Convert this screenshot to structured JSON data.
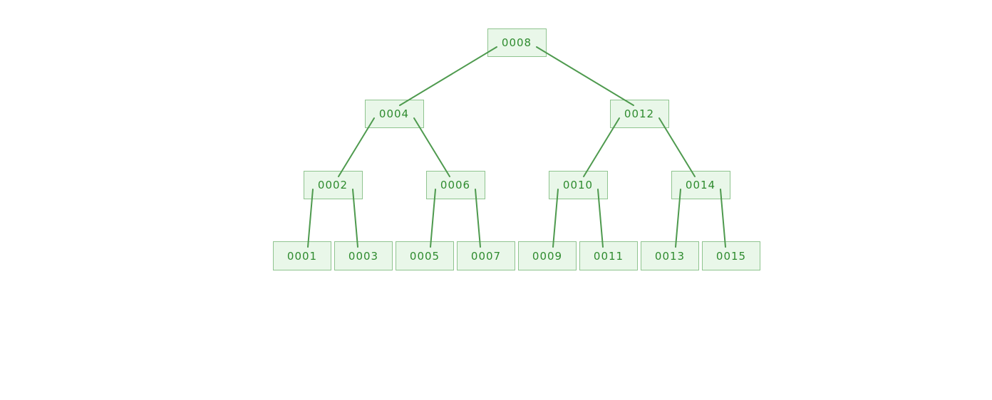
{
  "diagram": {
    "type": "binary-tree",
    "root": {
      "label": "0008",
      "children": [
        {
          "label": "0004",
          "children": [
            {
              "label": "0002",
              "children": [
                {
                  "label": "0001",
                  "children": []
                },
                {
                  "label": "0003",
                  "children": []
                }
              ]
            },
            {
              "label": "0006",
              "children": [
                {
                  "label": "0005",
                  "children": []
                },
                {
                  "label": "0007",
                  "children": []
                }
              ]
            }
          ]
        },
        {
          "label": "0012",
          "children": [
            {
              "label": "0010",
              "children": [
                {
                  "label": "0009",
                  "children": []
                },
                {
                  "label": "0011",
                  "children": []
                }
              ]
            },
            {
              "label": "0014",
              "children": [
                {
                  "label": "0013",
                  "children": []
                },
                {
                  "label": "0015",
                  "children": []
                }
              ]
            }
          ]
        }
      ]
    },
    "colors": {
      "node_fill": "#e9f7e9",
      "node_border": "#8fc48f",
      "node_text": "#2e8b2e",
      "edge": "#4e9a4e",
      "background": "#ffffff"
    }
  }
}
